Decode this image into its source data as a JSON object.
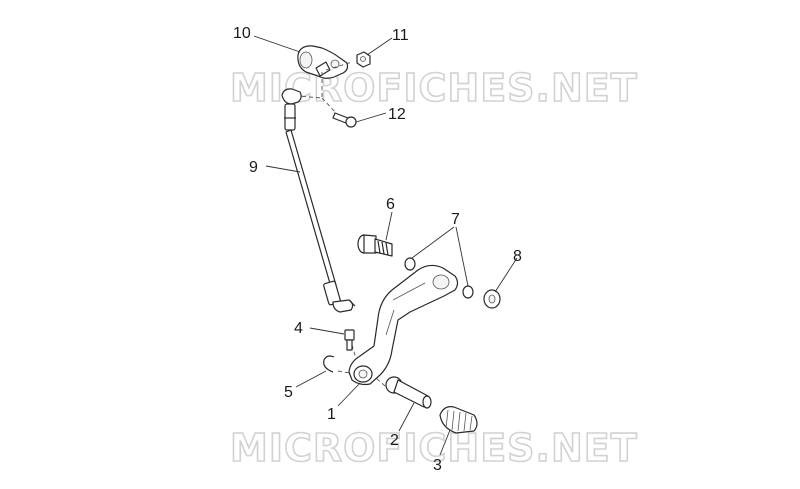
{
  "watermarks": [
    "MICROFICHES.NET",
    "MICROFICHES.NET"
  ],
  "callouts": {
    "c1": "1",
    "c2": "2",
    "c3": "3",
    "c4": "4",
    "c5": "5",
    "c6": "6",
    "c7": "7",
    "c8": "8",
    "c9": "9",
    "c10": "10",
    "c11": "11",
    "c12": "12"
  }
}
